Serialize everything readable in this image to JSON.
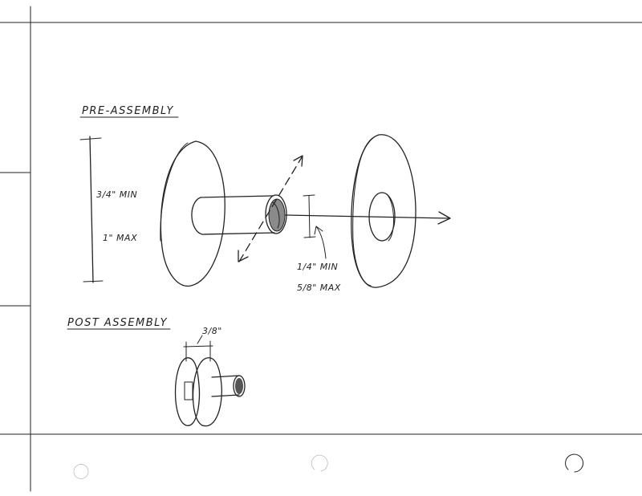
{
  "labels": {
    "pre_assembly": "PRE-ASSEMBLY",
    "post_assembly": "POST ASSEMBLY",
    "height_min": "3/4\" MIN",
    "height_max": "1\" MAX",
    "gap_min": "1/4\" MIN",
    "gap_max": "5/8\" MAX",
    "post_width": "3/8\""
  }
}
